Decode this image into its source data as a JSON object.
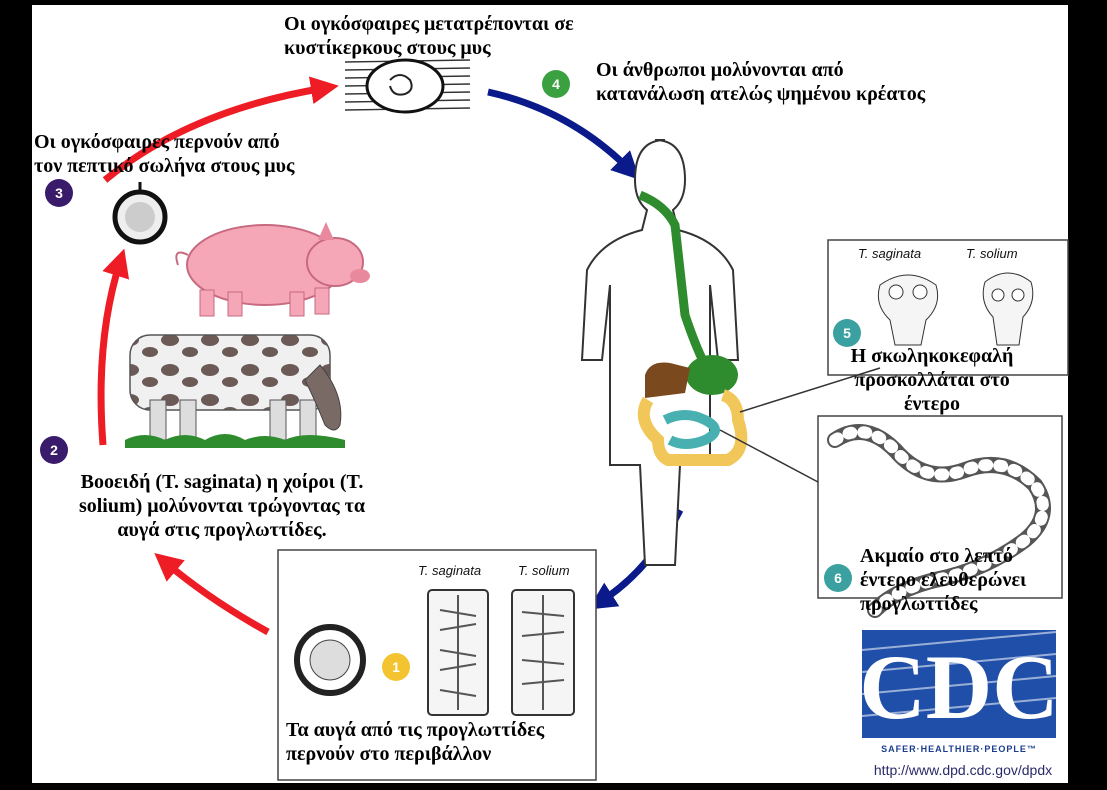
{
  "labels": {
    "step4_top": [
      "Οι ογκόσφαιρες μετατρέπονται σε",
      "κυστίκερκους στους μυς"
    ],
    "step4_human": [
      "Οι άνθρωποι μολύνονται από",
      "κατανάλωση ατελώς ψημένου κρέατος"
    ],
    "step3": [
      "Οι ογκόσφαιρες περνούν από",
      "τον πεπτικό σωλήνα στους μυς"
    ],
    "step5": [
      "Η σκωληκοκεφαλή",
      "προσκολλάται στο",
      "έντερο"
    ],
    "step2": [
      "Βοοειδή (T. saginata) η χοίροι (T.",
      "solium) μολύνονται τρώγοντας τα",
      "αυγά στις προγλωττίδες."
    ],
    "step6": [
      "Ακμαίο στο λεπτό",
      "έντερο ελευθερώνει",
      "προγλωττίδες"
    ],
    "step1": [
      "Τα αυγά από τις προγλωττίδες",
      "περνούν στο περιβάλλον"
    ]
  },
  "species": {
    "saginata": "T. saginata",
    "solium": "T. solium"
  },
  "steps": [
    "1",
    "2",
    "3",
    "4",
    "5",
    "6"
  ],
  "step_colors": {
    "1": "#f4c430",
    "2": "#3a1a6a",
    "3": "#3a1a6a",
    "4": "#3aa040",
    "5": "#3aa0a0",
    "6": "#3aa0a0"
  },
  "logo": {
    "text": "CDC",
    "tagline": "SAFER·HEALTHIER·PEOPLE™",
    "url": "http://www.dpd.cdc.gov/dpdx"
  },
  "icons": [
    "cysticercus-icon",
    "oncosphere-icon",
    "pig-icon",
    "cow-icon",
    "human-icon",
    "scolex-icon",
    "tapeworm-icon",
    "egg-icon",
    "proglottid-icon"
  ]
}
